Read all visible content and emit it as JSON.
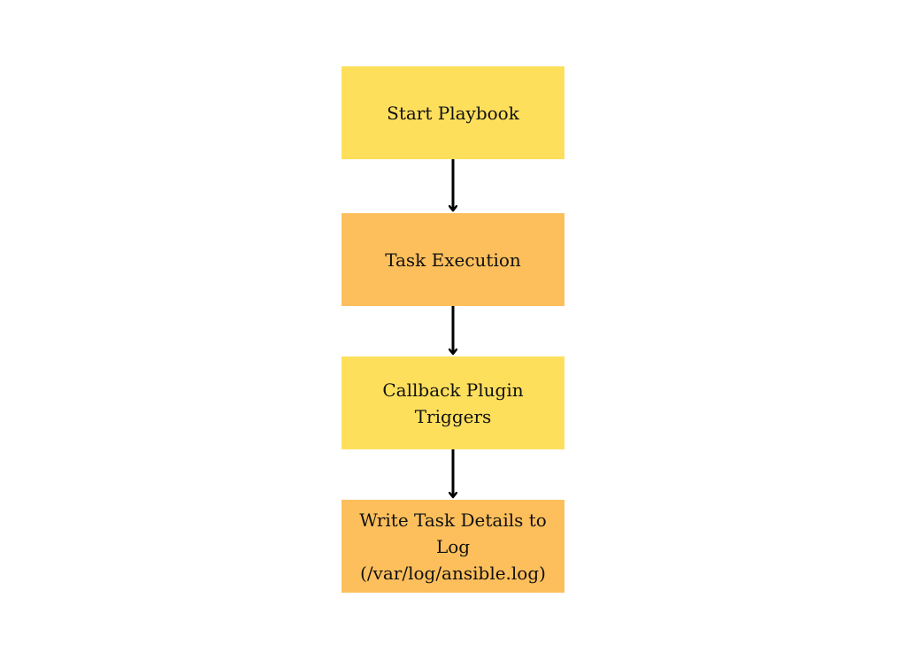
{
  "diagram": {
    "nodes": [
      {
        "label": "Start Playbook",
        "fill": "#FDDF5C"
      },
      {
        "label": "Task Execution",
        "fill": "#FDBF5C"
      },
      {
        "label": "Callback Plugin Triggers",
        "fill": "#FDDF5C"
      },
      {
        "label": "Write Task Details to\nLog (/var/log/ansible.log)",
        "fill": "#FDBF5C"
      }
    ],
    "edges": [
      {
        "from": 0,
        "to": 1
      },
      {
        "from": 1,
        "to": 2
      },
      {
        "from": 2,
        "to": 3
      }
    ],
    "edge_color": "#000000"
  }
}
